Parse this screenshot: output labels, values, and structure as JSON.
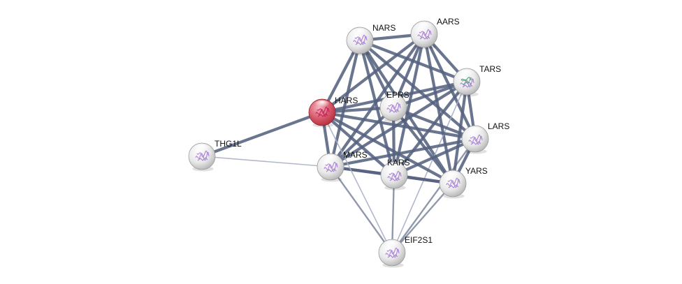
{
  "network": {
    "colors": {
      "edge": "#55627f",
      "edge_weak": "#a9b0c6",
      "node_default_light": "#ffffff",
      "node_default_dark": "#b9b9b9",
      "node_query_light": "#f4b6bf",
      "node_query_dark": "#b8303f",
      "structure": "#a276cf",
      "structure_query": "#c2185b"
    },
    "nodes": [
      {
        "id": "NARS",
        "label": "NARS",
        "query": false,
        "icon": "protein-structure-icon"
      },
      {
        "id": "AARS",
        "label": "AARS",
        "query": false,
        "icon": "protein-structure-icon"
      },
      {
        "id": "TARS",
        "label": "TARS",
        "query": false,
        "icon": "protein-structure-icon"
      },
      {
        "id": "HARS",
        "label": "HARS",
        "query": true,
        "icon": "protein-structure-icon"
      },
      {
        "id": "EPRS",
        "label": "EPRS",
        "query": false,
        "icon": "protein-structure-icon"
      },
      {
        "id": "LARS",
        "label": "LARS",
        "query": false,
        "icon": "protein-structure-icon"
      },
      {
        "id": "THG1L",
        "label": "THG1L",
        "query": false,
        "icon": "protein-structure-icon"
      },
      {
        "id": "MARS",
        "label": "MARS",
        "query": false,
        "icon": "protein-structure-icon"
      },
      {
        "id": "KARS",
        "label": "KARS",
        "query": false,
        "icon": "protein-structure-icon"
      },
      {
        "id": "YARS",
        "label": "YARS",
        "query": false,
        "icon": "protein-structure-icon"
      },
      {
        "id": "EIF2S1",
        "label": "EIF2S1",
        "query": false,
        "icon": "protein-structure-icon"
      }
    ],
    "edges": [
      {
        "source": "NARS",
        "target": "AARS",
        "strength": "strong"
      },
      {
        "source": "NARS",
        "target": "TARS",
        "strength": "strong"
      },
      {
        "source": "NARS",
        "target": "HARS",
        "strength": "strong"
      },
      {
        "source": "NARS",
        "target": "EPRS",
        "strength": "strong"
      },
      {
        "source": "NARS",
        "target": "LARS",
        "strength": "strong"
      },
      {
        "source": "NARS",
        "target": "MARS",
        "strength": "strong"
      },
      {
        "source": "NARS",
        "target": "KARS",
        "strength": "strong"
      },
      {
        "source": "NARS",
        "target": "YARS",
        "strength": "strong"
      },
      {
        "source": "AARS",
        "target": "TARS",
        "strength": "strong"
      },
      {
        "source": "AARS",
        "target": "HARS",
        "strength": "strong"
      },
      {
        "source": "AARS",
        "target": "EPRS",
        "strength": "strong"
      },
      {
        "source": "AARS",
        "target": "LARS",
        "strength": "strong"
      },
      {
        "source": "AARS",
        "target": "MARS",
        "strength": "strong"
      },
      {
        "source": "AARS",
        "target": "KARS",
        "strength": "strong"
      },
      {
        "source": "AARS",
        "target": "YARS",
        "strength": "strong"
      },
      {
        "source": "TARS",
        "target": "HARS",
        "strength": "strong"
      },
      {
        "source": "TARS",
        "target": "EPRS",
        "strength": "strong"
      },
      {
        "source": "TARS",
        "target": "LARS",
        "strength": "strong"
      },
      {
        "source": "TARS",
        "target": "MARS",
        "strength": "strong"
      },
      {
        "source": "TARS",
        "target": "KARS",
        "strength": "strong"
      },
      {
        "source": "TARS",
        "target": "YARS",
        "strength": "strong"
      },
      {
        "source": "TARS",
        "target": "EIF2S1",
        "strength": "weak"
      },
      {
        "source": "HARS",
        "target": "EPRS",
        "strength": "strong"
      },
      {
        "source": "HARS",
        "target": "LARS",
        "strength": "strong"
      },
      {
        "source": "HARS",
        "target": "MARS",
        "strength": "strong"
      },
      {
        "source": "HARS",
        "target": "KARS",
        "strength": "strong"
      },
      {
        "source": "HARS",
        "target": "YARS",
        "strength": "strong"
      },
      {
        "source": "HARS",
        "target": "THG1L",
        "strength": "strong"
      },
      {
        "source": "EPRS",
        "target": "LARS",
        "strength": "strong"
      },
      {
        "source": "EPRS",
        "target": "MARS",
        "strength": "strong"
      },
      {
        "source": "EPRS",
        "target": "KARS",
        "strength": "strong"
      },
      {
        "source": "EPRS",
        "target": "YARS",
        "strength": "strong"
      },
      {
        "source": "LARS",
        "target": "MARS",
        "strength": "strong"
      },
      {
        "source": "LARS",
        "target": "KARS",
        "strength": "strong"
      },
      {
        "source": "LARS",
        "target": "YARS",
        "strength": "strong"
      },
      {
        "source": "LARS",
        "target": "EIF2S1",
        "strength": "medium"
      },
      {
        "source": "MARS",
        "target": "KARS",
        "strength": "strong"
      },
      {
        "source": "MARS",
        "target": "YARS",
        "strength": "strong"
      },
      {
        "source": "MARS",
        "target": "EIF2S1",
        "strength": "medium"
      },
      {
        "source": "MARS",
        "target": "THG1L",
        "strength": "weak"
      },
      {
        "source": "KARS",
        "target": "YARS",
        "strength": "strong"
      },
      {
        "source": "KARS",
        "target": "EIF2S1",
        "strength": "medium"
      },
      {
        "source": "YARS",
        "target": "EIF2S1",
        "strength": "medium"
      },
      {
        "source": "HARS",
        "target": "EIF2S1",
        "strength": "weak"
      }
    ]
  }
}
